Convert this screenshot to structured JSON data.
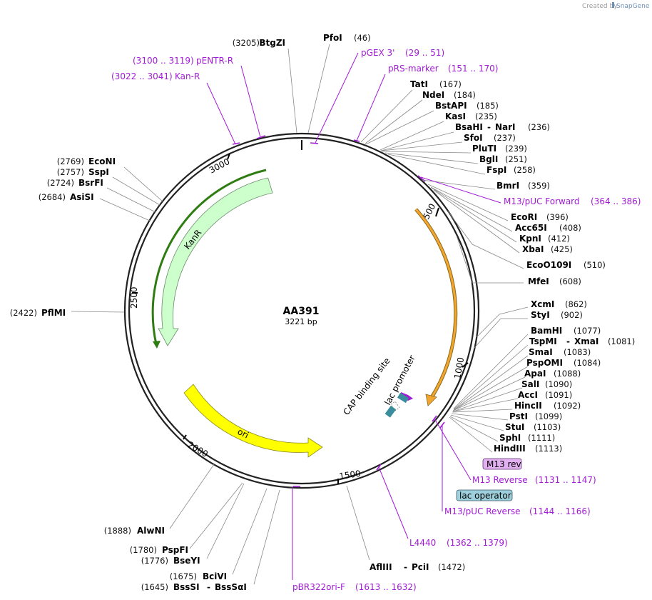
{
  "header": {
    "credit_text": "Created by",
    "credit_brand": "SnapGene"
  },
  "plasmid": {
    "name": "AA391",
    "length_label": "3221 bp",
    "length": 3221
  },
  "ticks": [
    "500",
    "1000",
    "1500",
    "2000",
    "2500",
    "3000"
  ],
  "features": {
    "kanr": "KanR",
    "ori": "ori",
    "lac_promoter": "lac promoter",
    "cap_site": "CAP binding site",
    "m13_rev_box": "M13 rev",
    "lac_operator_box": "lac operator"
  },
  "enzymes_top": [
    {
      "name": "BtgZI",
      "pos": "(3205)"
    },
    {
      "name": "PfoI",
      "pos": "(46)"
    }
  ],
  "enzymes_right": [
    {
      "name": "TatI",
      "pos": "(167)"
    },
    {
      "name": "NdeI",
      "pos": "(184)"
    },
    {
      "name": "BstAPI",
      "pos": "(185)"
    },
    {
      "name": "KasI",
      "pos": "(235)"
    },
    {
      "name": "BsaHI",
      "name2": "NarI",
      "pos": "(236)"
    },
    {
      "name": "SfoI",
      "pos": "(237)"
    },
    {
      "name": "PluTI",
      "pos": "(239)"
    },
    {
      "name": "BglI",
      "pos": "(251)"
    },
    {
      "name": "FspI",
      "pos": "(258)"
    },
    {
      "name": "BmrI",
      "pos": "(359)"
    },
    {
      "name": "EcoRI",
      "pos": "(396)"
    },
    {
      "name": "Acc65I",
      "pos": "(408)"
    },
    {
      "name": "KpnI",
      "pos": "(412)"
    },
    {
      "name": "XbaI",
      "pos": "(425)"
    },
    {
      "name": "EcoO109I",
      "pos": "(510)"
    },
    {
      "name": "MfeI",
      "pos": "(608)"
    },
    {
      "name": "XcmI",
      "pos": "(862)"
    },
    {
      "name": "StyI",
      "pos": "(902)"
    },
    {
      "name": "BamHI",
      "pos": "(1077)"
    },
    {
      "name": "TspMI",
      "name2": "XmaI",
      "pos": "(1081)"
    },
    {
      "name": "SmaI",
      "pos": "(1083)"
    },
    {
      "name": "PspOMI",
      "pos": "(1084)"
    },
    {
      "name": "ApaI",
      "pos": "(1088)"
    },
    {
      "name": "SalI",
      "pos": "(1090)"
    },
    {
      "name": "AccI",
      "pos": "(1091)"
    },
    {
      "name": "HincII",
      "pos": "(1092)"
    },
    {
      "name": "PstI",
      "pos": "(1099)"
    },
    {
      "name": "StuI",
      "pos": "(1103)"
    },
    {
      "name": "SphI",
      "pos": "(1111)"
    },
    {
      "name": "HindIII",
      "pos": "(1113)"
    }
  ],
  "enzymes_left": [
    {
      "name": "EcoNI",
      "pos": "(2769)"
    },
    {
      "name": "SspI",
      "pos": "(2757)"
    },
    {
      "name": "BsrFI",
      "pos": "(2724)"
    },
    {
      "name": "AsiSI",
      "pos": "(2684)"
    },
    {
      "name": "PflMI",
      "pos": "(2422)"
    },
    {
      "name": "AlwNI",
      "pos": "(1888)"
    },
    {
      "name": "PspFI",
      "pos": "(1780)"
    },
    {
      "name": "BseYI",
      "pos": "(1776)"
    },
    {
      "name": "BciVI",
      "pos": "(1675)"
    },
    {
      "name": "BssSI",
      "name2": "BssSαI",
      "pos": "(1645)"
    }
  ],
  "enzymes_bottom": [
    {
      "name": "AflIII",
      "name2": "PciI",
      "pos": "(1472)"
    }
  ],
  "primers": [
    {
      "name": "pENTR-R",
      "range": "(3100 .. 3119)"
    },
    {
      "name": "Kan-R",
      "range": "(3022 .. 3041)"
    },
    {
      "name": "pGEX 3'",
      "range": "(29 .. 51)"
    },
    {
      "name": "pRS-marker",
      "range": "(151 .. 170)"
    },
    {
      "name": "M13/pUC Forward",
      "range": "(364 .. 386)"
    },
    {
      "name": "M13 Reverse",
      "range": "(1131 .. 1147)"
    },
    {
      "name": "M13/pUC Reverse",
      "range": "(1144 .. 1166)"
    },
    {
      "name": "L4440",
      "range": "(1362 .. 1379)"
    },
    {
      "name": "pBR322ori-F",
      "range": "(1613 .. 1632)"
    }
  ],
  "colors": {
    "backbone": "#222222",
    "kanr_fill": "#ccffcc",
    "kanr_stroke": "#2f7d12",
    "ori_fill": "#ffff00",
    "orange": "#f2a630",
    "primer": "#a11ad6",
    "m13_box": "#e3b0f2",
    "laco_box": "#9dd0dc",
    "teal": "#3a8d9c"
  }
}
